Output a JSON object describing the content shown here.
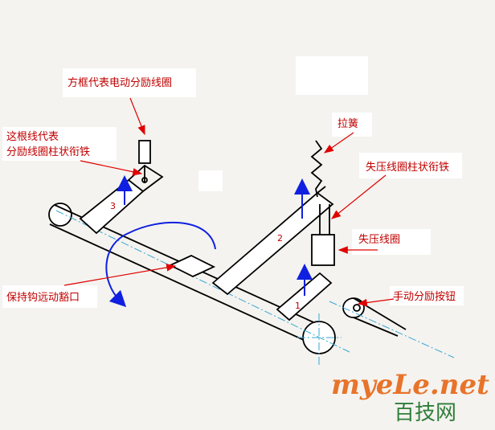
{
  "labels": {
    "shunt_frame": "方框代表电动分励线圈",
    "shunt_iron_line_1": "这根线代表",
    "shunt_iron_line_2": "分励线圈柱状衔铁",
    "spring": "拉簧",
    "uv_iron": "失压线圈柱状衔铁",
    "uv_coil": "失压线圈",
    "hook_notch": "保持钩远动豁口",
    "manual_button": "手动分励按钮"
  },
  "numbers": {
    "n1": "1",
    "n2": "2",
    "n3": "3"
  },
  "watermark": {
    "line1": "myeLe.net",
    "line2": "百技网"
  },
  "colors": {
    "annotation": "#c00000",
    "arrow": "#1020e0",
    "axis": "#3aa7d6",
    "wm_orange": "#e8732a",
    "wm_green": "#2f7d3a"
  }
}
